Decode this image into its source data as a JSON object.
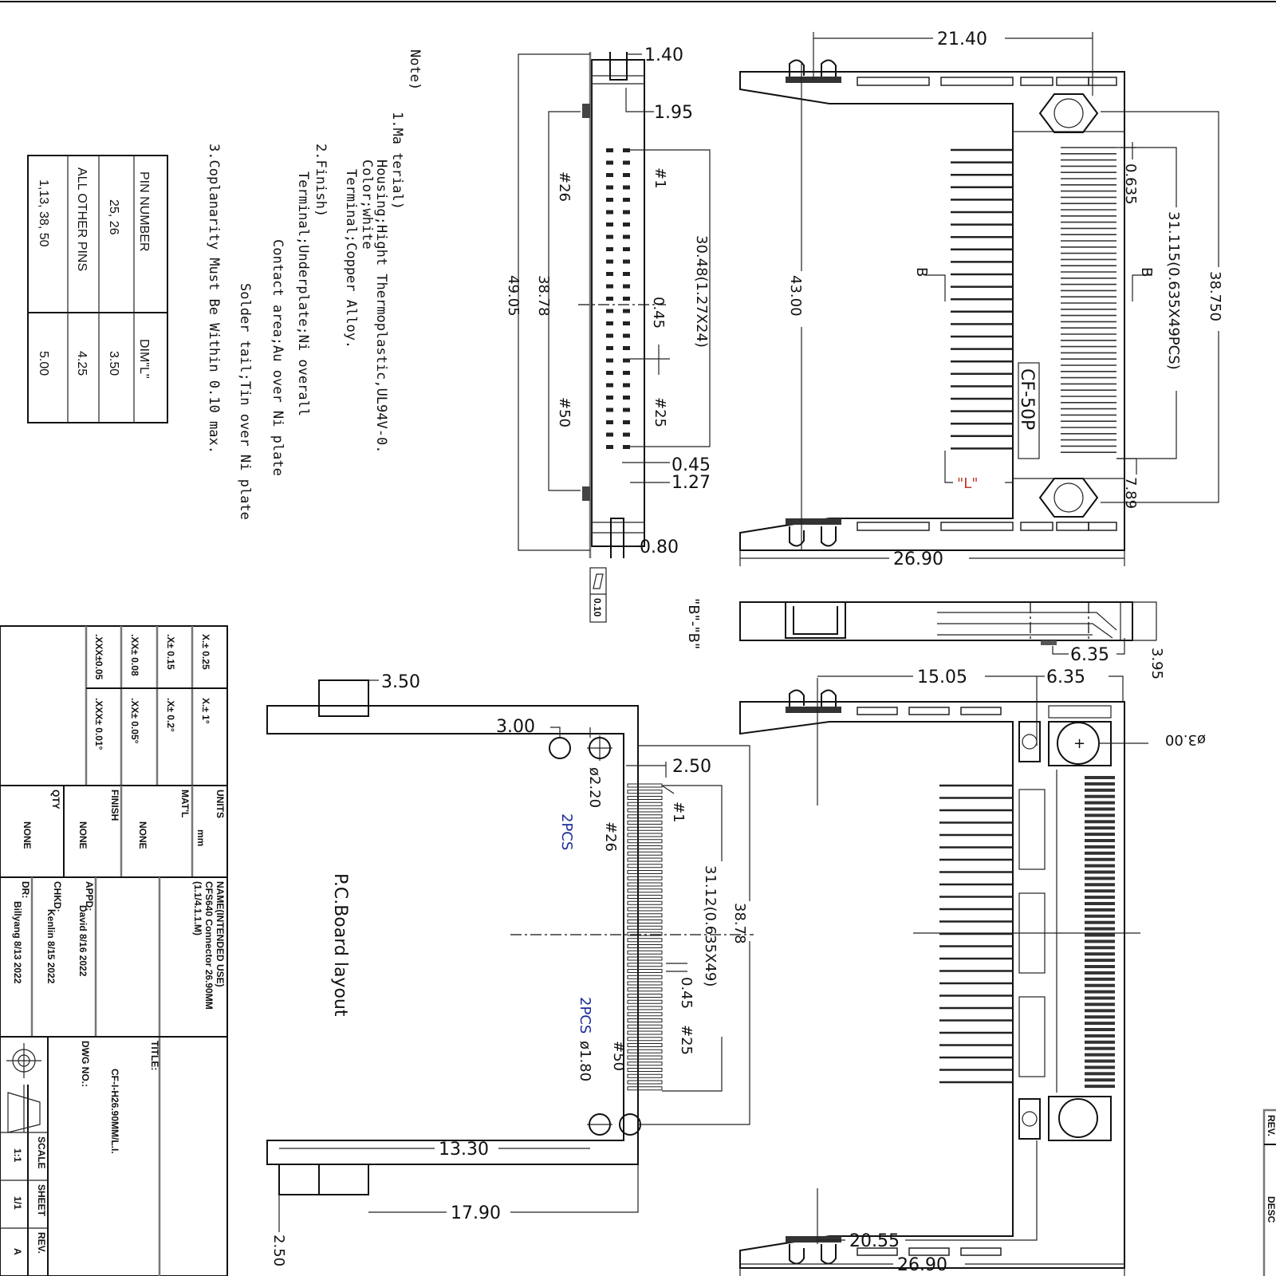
{
  "notes": {
    "header": "Note)",
    "items": [
      "1.Ma terial)",
      "Housing;Hight  Thermoplastic,UL94V-0.",
      "Color;white",
      "Terminal;Copper  Alloy.",
      "2.Finish)",
      "Terminal;Underplate;Ni  overall",
      "Contact  area;Au over Ni plate",
      "Solder  tail;Tin over Ni plate",
      "3.Coplanarity  Must Be Within 0.10 max."
    ]
  },
  "pin_table": {
    "headers": [
      "PIN NUMBER",
      "DIM\"L\""
    ],
    "rows": [
      [
        "25, 26",
        "3.50"
      ],
      [
        "ALL OTHER PINS",
        "4.25"
      ],
      [
        "1,13, 38, 50",
        "5.00"
      ]
    ]
  },
  "title_block": {
    "tolerances": [
      [
        "X.± 0.25",
        "X.± 1°"
      ],
      [
        ".X± 0.15",
        ".X± 0.2°"
      ],
      [
        ".XX± 0.08",
        ".XX± 0.05°"
      ],
      [
        ".XXX±0.05",
        ".XXX± 0.01°"
      ]
    ],
    "units_label": "UNITS",
    "units_value": "mm",
    "matl_label": "MAT'L",
    "matl_value": "NONE",
    "finish_label": "FINISH",
    "finish_value": "NONE",
    "qty_label": "QTY",
    "qty_value": "NONE",
    "name_label": "NAME(INTENDED USE)",
    "name_value": "CFS640 Connector 26.90MM",
    "name_sub": "(1.1/4.1.1.M)",
    "appd_label": "APPD:",
    "appd_value": "David  8/16 2022",
    "chkd_label": "CHKD:",
    "chkd_value": "Kenlin 8/15 2022",
    "dr_label": "DR:",
    "dr_value": "Billyang 8/13 2022",
    "title_label": "TITLE:",
    "title_value": "CF-I-H26.90MM/L.I.",
    "dwg_label": "DWG NO.:",
    "scale_label": "SCALE",
    "scale_value": "1:1",
    "sheet_label": "SHEET",
    "sheet_value": "1/1",
    "rev_label": "REV.",
    "rev_value": "A"
  },
  "revision_block": {
    "rev_label": "REV.",
    "desc_label": "DESC"
  },
  "front_view": {
    "d1": "1.40",
    "d2": "1.95",
    "d3": "0.80",
    "pitch": "30.48(1.27X24)",
    "d045": "0.45",
    "d045b": "0.45",
    "d127": "1.27",
    "d3878": "38.78",
    "d4905": "49.05",
    "pin1": "#1",
    "pin26": "#26",
    "pin25": "#25",
    "pin50": "#50",
    "flatness": "0.10"
  },
  "top_view": {
    "width": "21.40",
    "height": "43.00",
    "total": "38.750",
    "pitch": "31.115(0.635X49PCS)",
    "p0635": "0.635",
    "d789": "7.89",
    "depth": "26.90",
    "label": "CF-50P",
    "b1": "B",
    "b2": "B",
    "L": "\"L\""
  },
  "section_view": {
    "label": "\"B\"-\"B\"",
    "d635a": "6.35",
    "d395": "3.95"
  },
  "bottom_view": {
    "d1505": "15.05",
    "d635": "6.35",
    "hole": "ø3.00",
    "d2055": "20.55",
    "d2690": "26.90"
  },
  "pcb_layout": {
    "title": "P.C.Board  layout",
    "d350": "3.50",
    "d300": "3.00",
    "d250": "2.50",
    "hole1": "ø2.20",
    "hole1_qty": "2PCS",
    "pin26": "#26",
    "pin1": "#1",
    "pitch": "31.12(0.635X49)",
    "d3878": "38.78",
    "d045": "0.45",
    "pin25": "#25",
    "pin50": "#50",
    "hole2_qty": "2PCS",
    "hole2": "ø1.80",
    "d1330": "13.30",
    "d1790": "17.90",
    "d250b": "2.50"
  }
}
